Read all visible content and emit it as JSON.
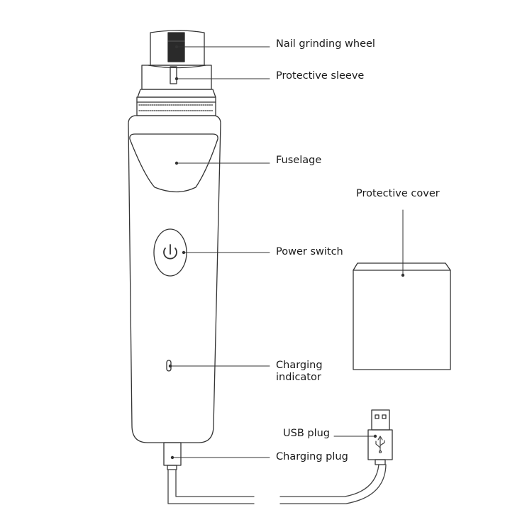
{
  "labels": {
    "nail_grinding_wheel": "Nail grinding wheel",
    "protective_sleeve": "Protective sleeve",
    "fuselage": "Fuselage",
    "protective_cover": "Protective cover",
    "power_switch": "Power switch",
    "charging_indicator_line1": "Charging",
    "charging_indicator_line2": "indicator",
    "usb_plug": "USB plug",
    "charging_plug": "Charging plug"
  },
  "colors": {
    "outline": "#333333",
    "leader_line": "#333333",
    "wheel": "#2a2a2a",
    "background": "#ffffff"
  }
}
